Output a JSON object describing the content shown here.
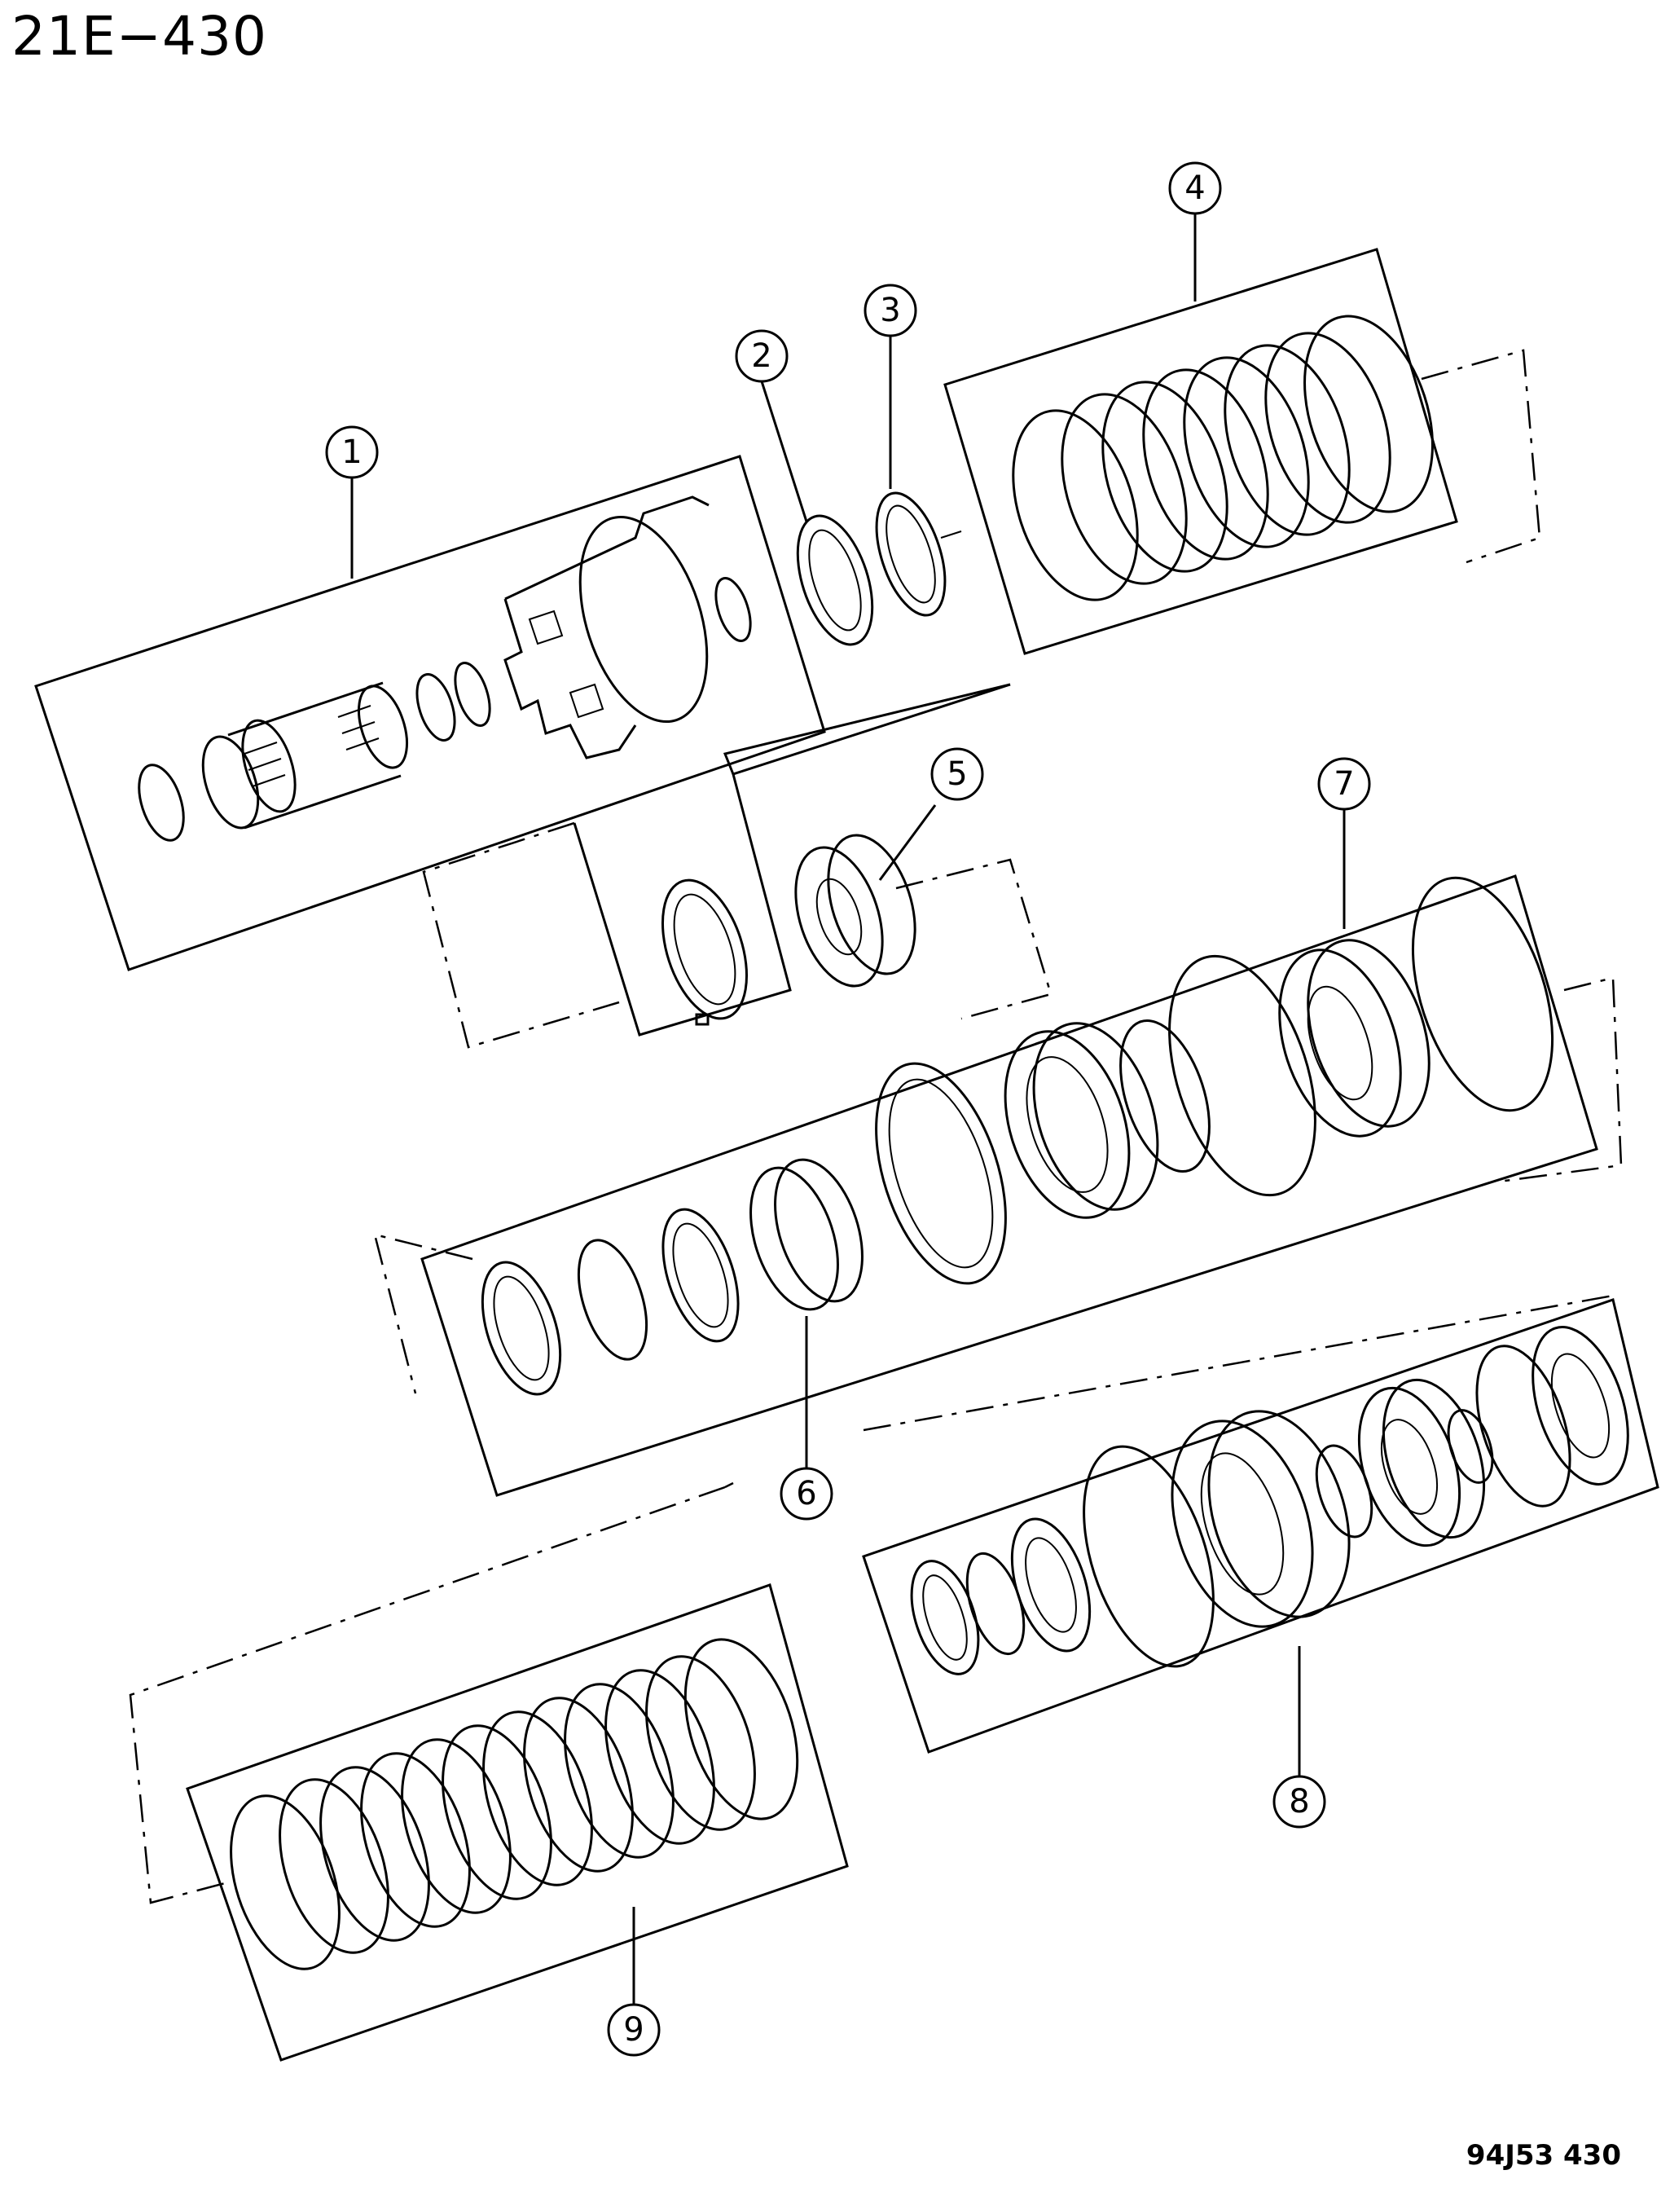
{
  "header": {
    "title": "21E−430"
  },
  "footer": {
    "code": "94J53  430"
  },
  "callouts": [
    "1",
    "2",
    "3",
    "4",
    "5",
    "6",
    "7",
    "8",
    "9"
  ]
}
